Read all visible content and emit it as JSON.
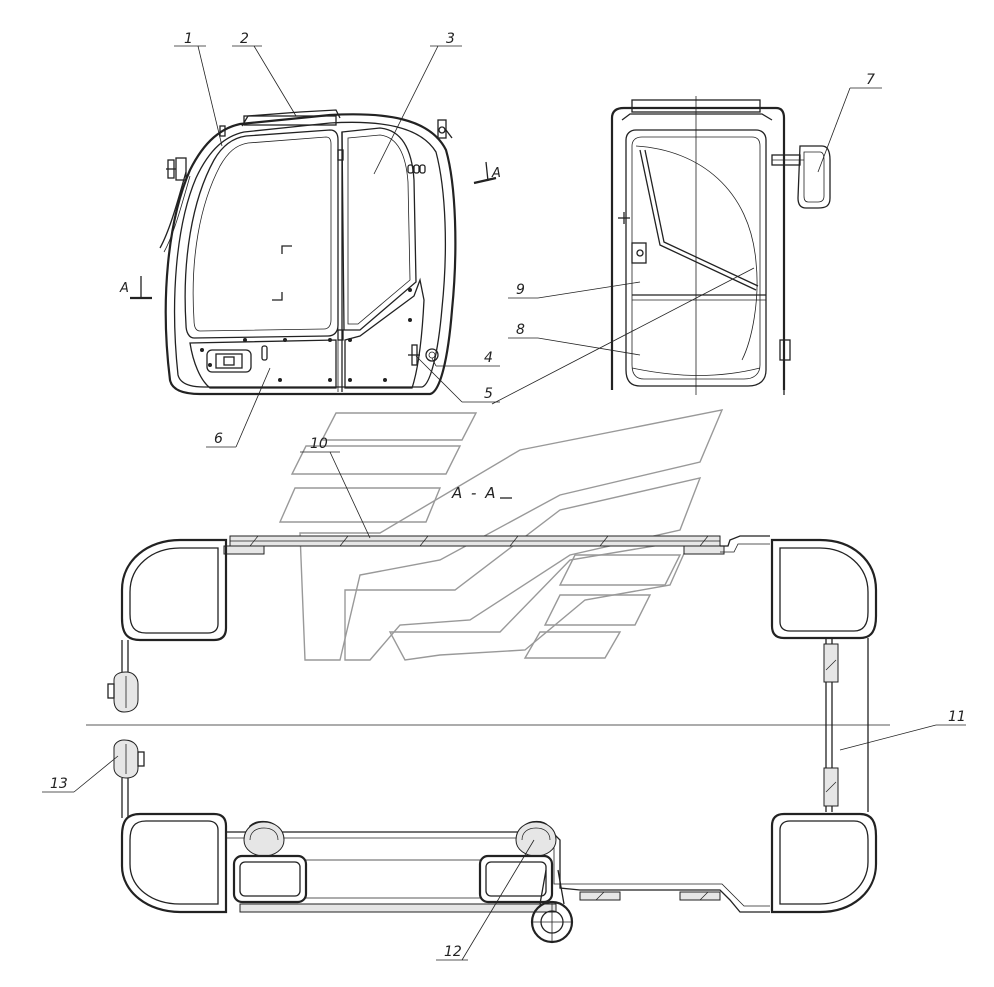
{
  "callouts": [
    {
      "id": "c1",
      "label": "1"
    },
    {
      "id": "c2",
      "label": "2"
    },
    {
      "id": "c3",
      "label": "3"
    },
    {
      "id": "c4",
      "label": "4"
    },
    {
      "id": "c5",
      "label": "5"
    },
    {
      "id": "c6",
      "label": "6"
    },
    {
      "id": "c7",
      "label": "7"
    },
    {
      "id": "c8",
      "label": "8"
    },
    {
      "id": "c9",
      "label": "9"
    },
    {
      "id": "c10",
      "label": "10"
    },
    {
      "id": "c11",
      "label": "11"
    },
    {
      "id": "c12",
      "label": "12"
    },
    {
      "id": "c13",
      "label": "13"
    }
  ],
  "section": {
    "marker_left": "A",
    "marker_right": "A",
    "title": "А - А"
  }
}
